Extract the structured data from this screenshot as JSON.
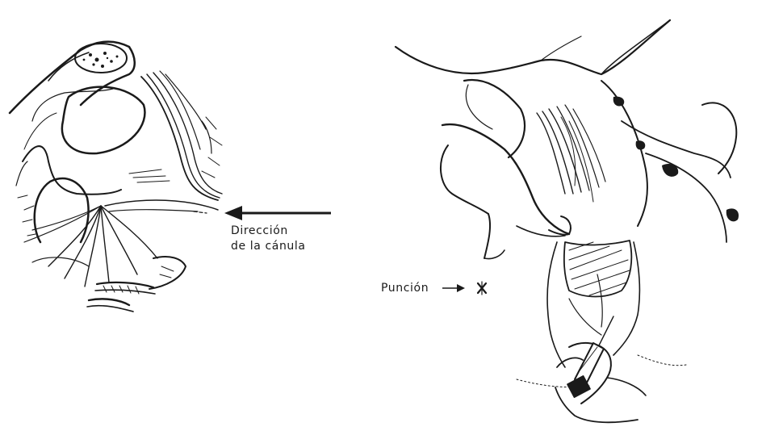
{
  "labels": {
    "direction_line1": "Dirección",
    "direction_line2": "de la cánula",
    "puncture": "Punción"
  },
  "colors": {
    "ink": "#1a1a1a",
    "paper": "#ffffff"
  },
  "icons": {
    "direction_arrow": "arrow-left-icon",
    "puncture_arrow": "arrow-right-icon",
    "puncture_mark": "x-mark-icon"
  }
}
